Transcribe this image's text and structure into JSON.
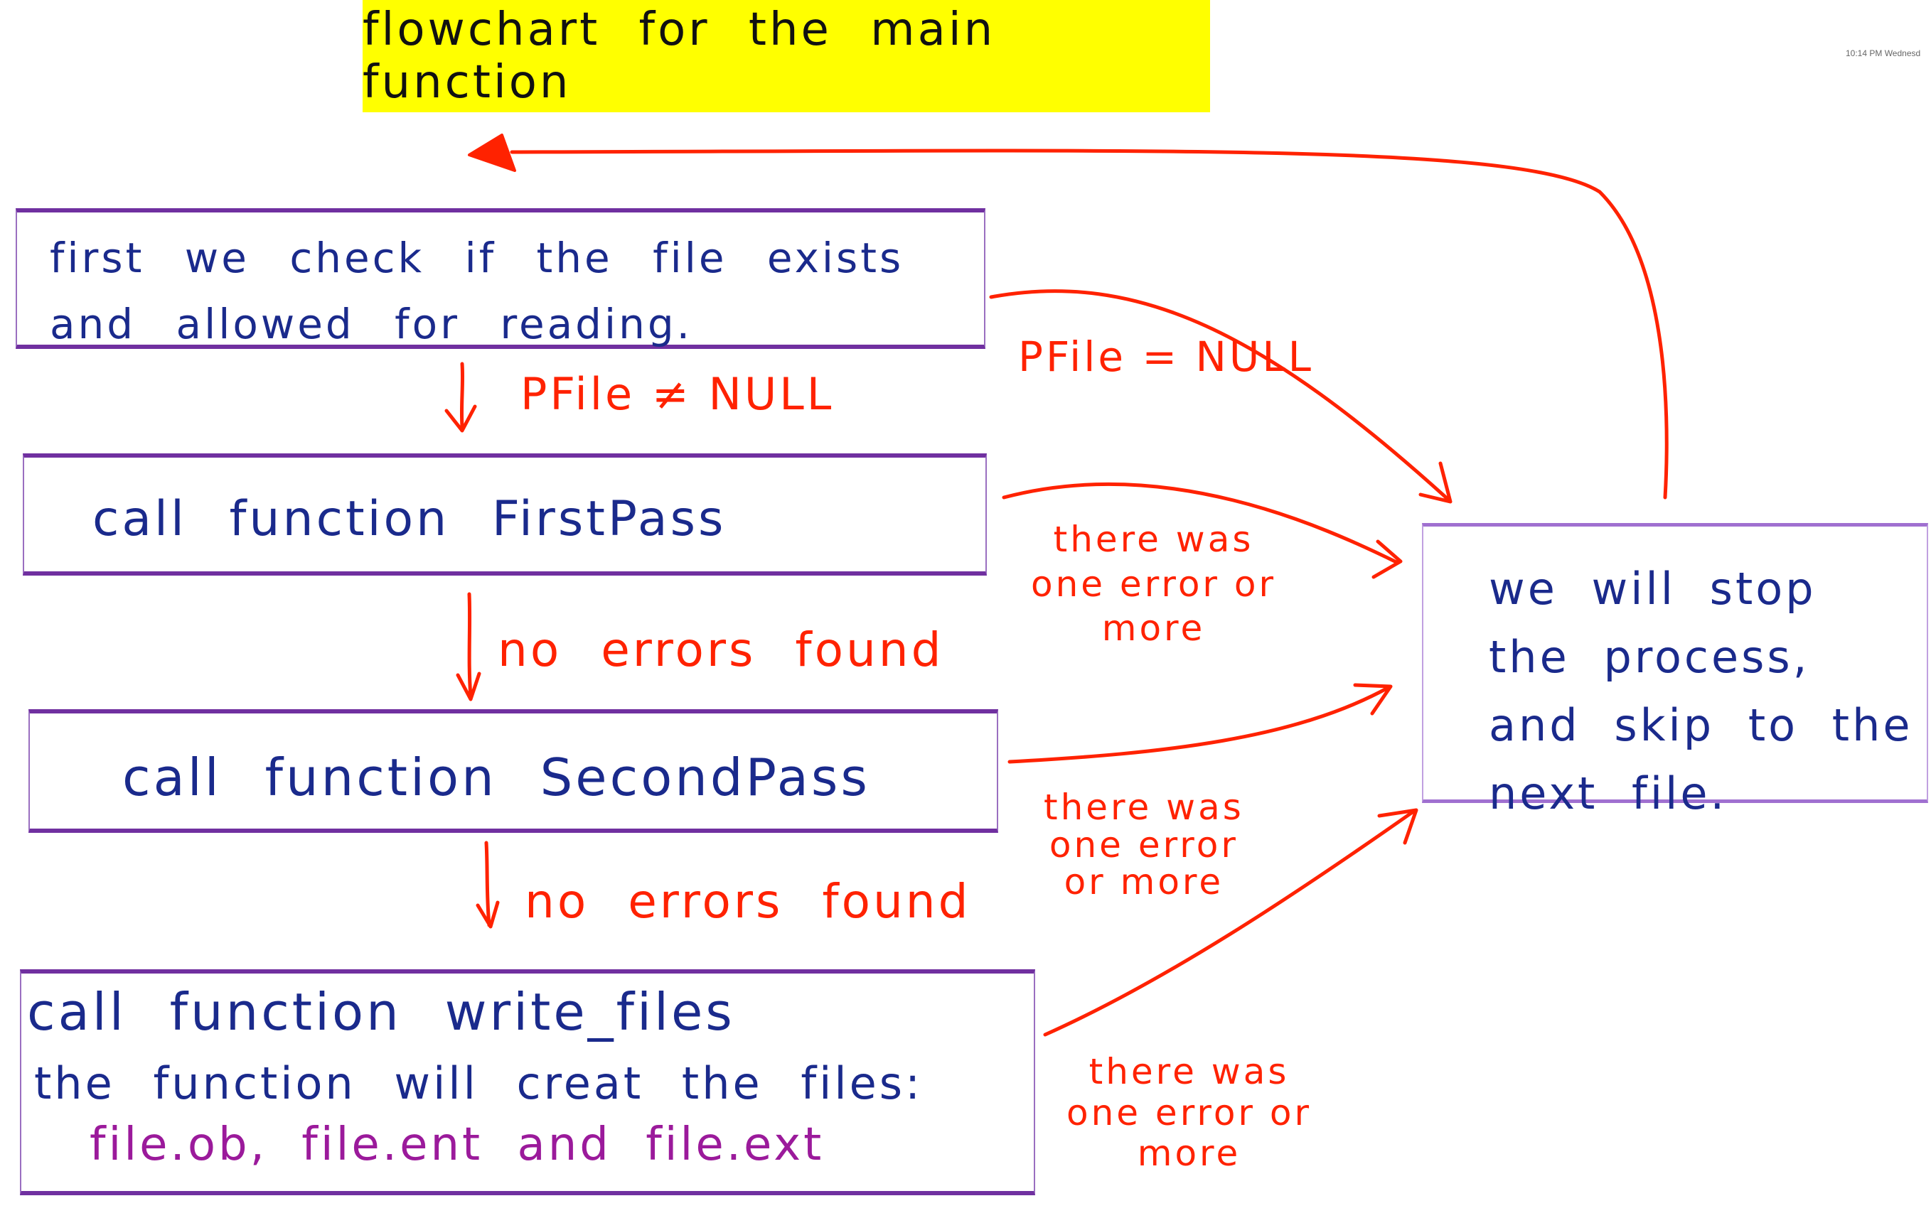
{
  "title": "flowchart for the main function",
  "timestamp": "10:14 PM    Wednesd",
  "colors": {
    "title_bg": "#ffff00",
    "box_border": "#7030a0",
    "box_text": "#1a2a8c",
    "label_red": "#ff2200",
    "file_text": "#9b1a9b"
  },
  "boxes": {
    "check": "first we check if the file exists\nand allowed for reading.",
    "first_pass": "call function FirstPass",
    "second_pass": "call function SecondPass",
    "write_files_line1": "call function write_files",
    "write_files_line2": "the function will creat the files:",
    "write_files_line3": "file.ob, file.ent and file.ext",
    "stop": "we will stop\nthe process,\nand skip to the\nnext file."
  },
  "labels": {
    "pfile_null": "PFile = NULL",
    "pfile_not_null": "PFile ≠ NULL",
    "no_errors_1": "no errors found",
    "no_errors_2": "no errors found",
    "error_1": "there was\none error or\nmore",
    "error_2": "there was\none error\nor more",
    "error_3": "there was\none error or\nmore"
  }
}
